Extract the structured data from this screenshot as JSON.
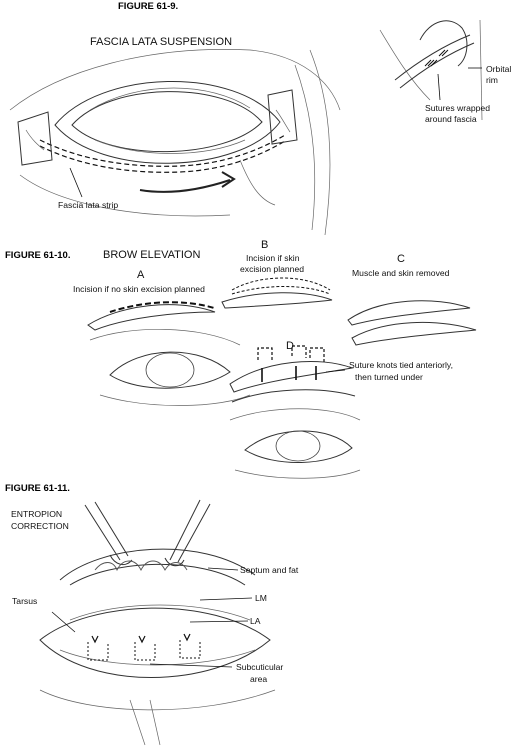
{
  "figures": [
    {
      "title": "FIGURE 61-9.",
      "caption": "FASCIA LATA SUSPENSION",
      "labels": {
        "fascia_strip": "Fascia lata strip",
        "orbital_rim_1": "Orbital",
        "orbital_rim_2": "rim",
        "sutures_1": "Sutures wrapped",
        "sutures_2": "around fascia"
      }
    },
    {
      "title": "FIGURE 61-10.",
      "caption": "BROW ELEVATION",
      "labels": {
        "a_letter": "A",
        "a_text": "Incision if no skin excision planned",
        "b_letter": "B",
        "b_text_1": "Incision if skin",
        "b_text_2": "excision planned",
        "c_letter": "C",
        "c_text": "Muscle and skin removed",
        "d_letter": "D",
        "d_text_1": "Suture knots tied anteriorly,",
        "d_text_2": "then turned under"
      }
    },
    {
      "title": "FIGURE 61-11.",
      "caption_1": "ENTROPION",
      "caption_2": "CORRECTION",
      "labels": {
        "septum": "Septum  and fat",
        "lm": "LM",
        "la": "LA",
        "tarsus": "Tarsus",
        "subcut_1": "Subcuticular",
        "subcut_2": "area"
      }
    }
  ]
}
